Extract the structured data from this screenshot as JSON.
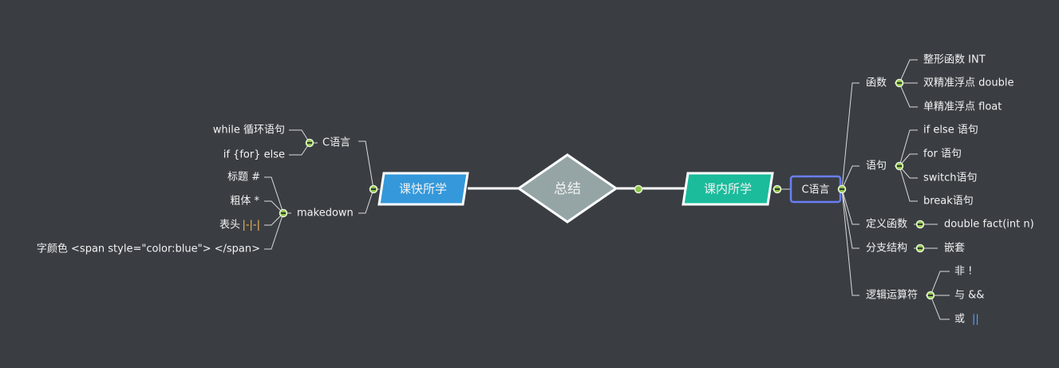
{
  "center": {
    "label": "总结"
  },
  "left": {
    "label": "课快所学",
    "children": [
      {
        "label": "C语言",
        "leaves": [
          "while 循环语句",
          "if  {for}  else"
        ]
      },
      {
        "label": "makedown",
        "leaves": [
          "标题  #",
          "粗体  *",
          "表头  ",
          "字颜色  <span style=\"color:blue\">  </span>"
        ],
        "table_marker": "|-|-|"
      }
    ]
  },
  "right": {
    "label": "课内所学",
    "child": {
      "label": "C语言",
      "children": [
        {
          "label": "函数",
          "leaves": [
            "整形函数  INT",
            "双精准浮点   double",
            "单精准浮点   float"
          ]
        },
        {
          "label": "语句",
          "leaves": [
            "if  else 语句",
            "for  语句",
            "switch语句",
            "break语句"
          ]
        },
        {
          "label": "定义函数",
          "leaves": [
            "double fact(int n)"
          ]
        },
        {
          "label": "分支结构",
          "leaves": [
            "嵌套"
          ]
        },
        {
          "label": "逻辑运算符",
          "leaves": [
            "非  !",
            "与  &&",
            "或  "
          ],
          "or_marker": "||"
        }
      ]
    }
  },
  "colors": {
    "background": "#3a3e43",
    "left_topic": "#3498db",
    "right_topic": "#1abc9c",
    "center": "#95a5a6",
    "selected_border": "#6a7ef5"
  }
}
